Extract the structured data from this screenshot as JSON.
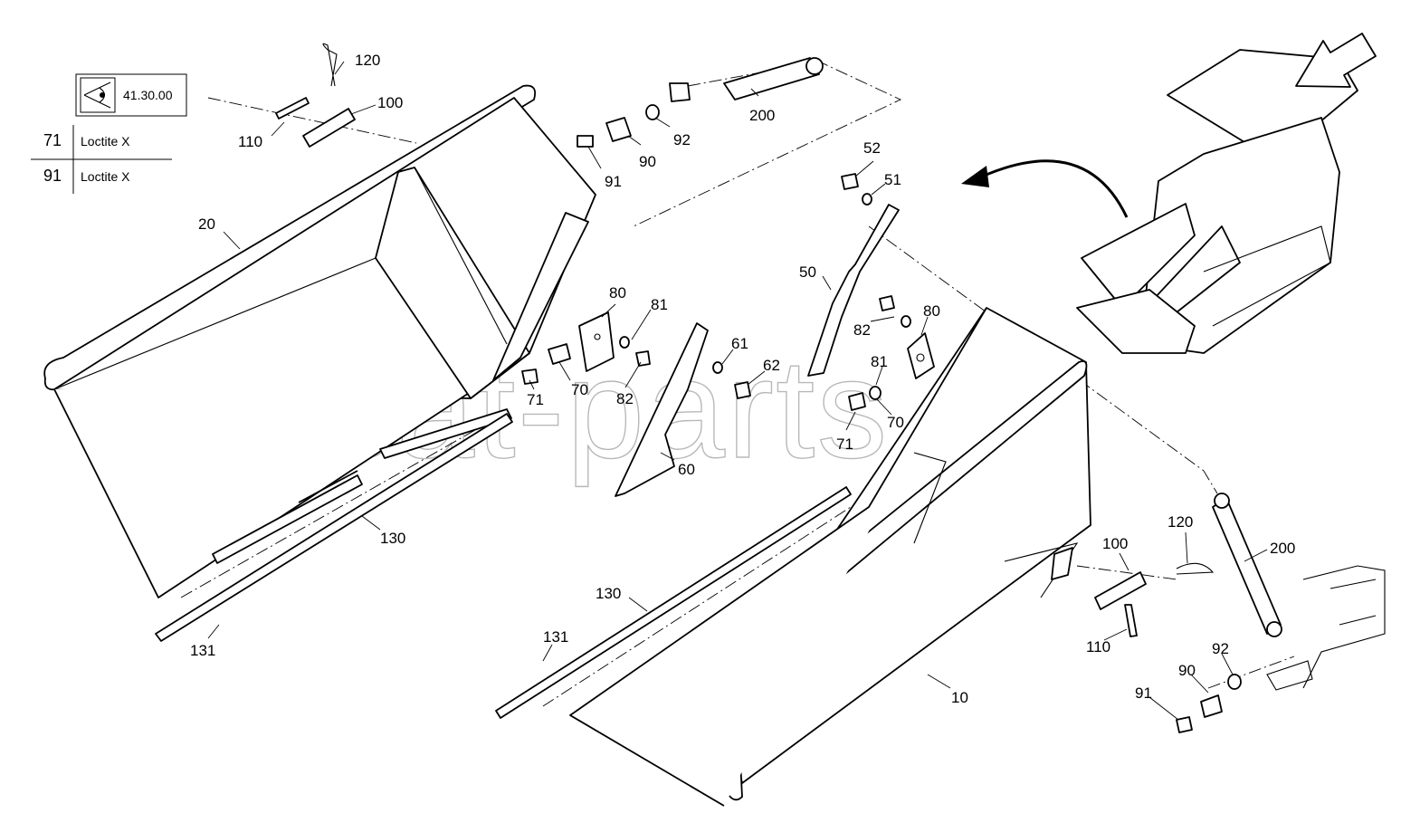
{
  "view_reference": {
    "icon": "eye-icon",
    "code": "41.30.00"
  },
  "legend": [
    {
      "number": "71",
      "text": "Loctite X"
    },
    {
      "number": "91",
      "text": "Loctite X"
    }
  ],
  "watermark": "ansat-parts.ru",
  "callouts": [
    {
      "id": "c120a",
      "label": "120"
    },
    {
      "id": "c100a",
      "label": "100"
    },
    {
      "id": "c110a",
      "label": "110"
    },
    {
      "id": "c20",
      "label": "20"
    },
    {
      "id": "c200a",
      "label": "200"
    },
    {
      "id": "c92a",
      "label": "92"
    },
    {
      "id": "c90a",
      "label": "90"
    },
    {
      "id": "c91a",
      "label": "91"
    },
    {
      "id": "c52",
      "label": "52"
    },
    {
      "id": "c51",
      "label": "51"
    },
    {
      "id": "c50",
      "label": "50"
    },
    {
      "id": "c80a",
      "label": "80"
    },
    {
      "id": "c81a",
      "label": "81"
    },
    {
      "id": "c82a",
      "label": "82"
    },
    {
      "id": "c80b",
      "label": "80"
    },
    {
      "id": "c81b",
      "label": "81"
    },
    {
      "id": "c70a",
      "label": "70"
    },
    {
      "id": "c82b",
      "label": "82"
    },
    {
      "id": "c71a",
      "label": "71"
    },
    {
      "id": "c61",
      "label": "61"
    },
    {
      "id": "c62",
      "label": "62"
    },
    {
      "id": "c60",
      "label": "60"
    },
    {
      "id": "c70b",
      "label": "70"
    },
    {
      "id": "c71b",
      "label": "71"
    },
    {
      "id": "c130a",
      "label": "130"
    },
    {
      "id": "c131a",
      "label": "131"
    },
    {
      "id": "c130b",
      "label": "130"
    },
    {
      "id": "c131b",
      "label": "131"
    },
    {
      "id": "c10",
      "label": "10"
    },
    {
      "id": "c100b",
      "label": "100"
    },
    {
      "id": "c120b",
      "label": "120"
    },
    {
      "id": "c200b",
      "label": "200"
    },
    {
      "id": "c110b",
      "label": "110"
    },
    {
      "id": "c92b",
      "label": "92"
    },
    {
      "id": "c90b",
      "label": "90"
    },
    {
      "id": "c91b",
      "label": "91"
    }
  ]
}
